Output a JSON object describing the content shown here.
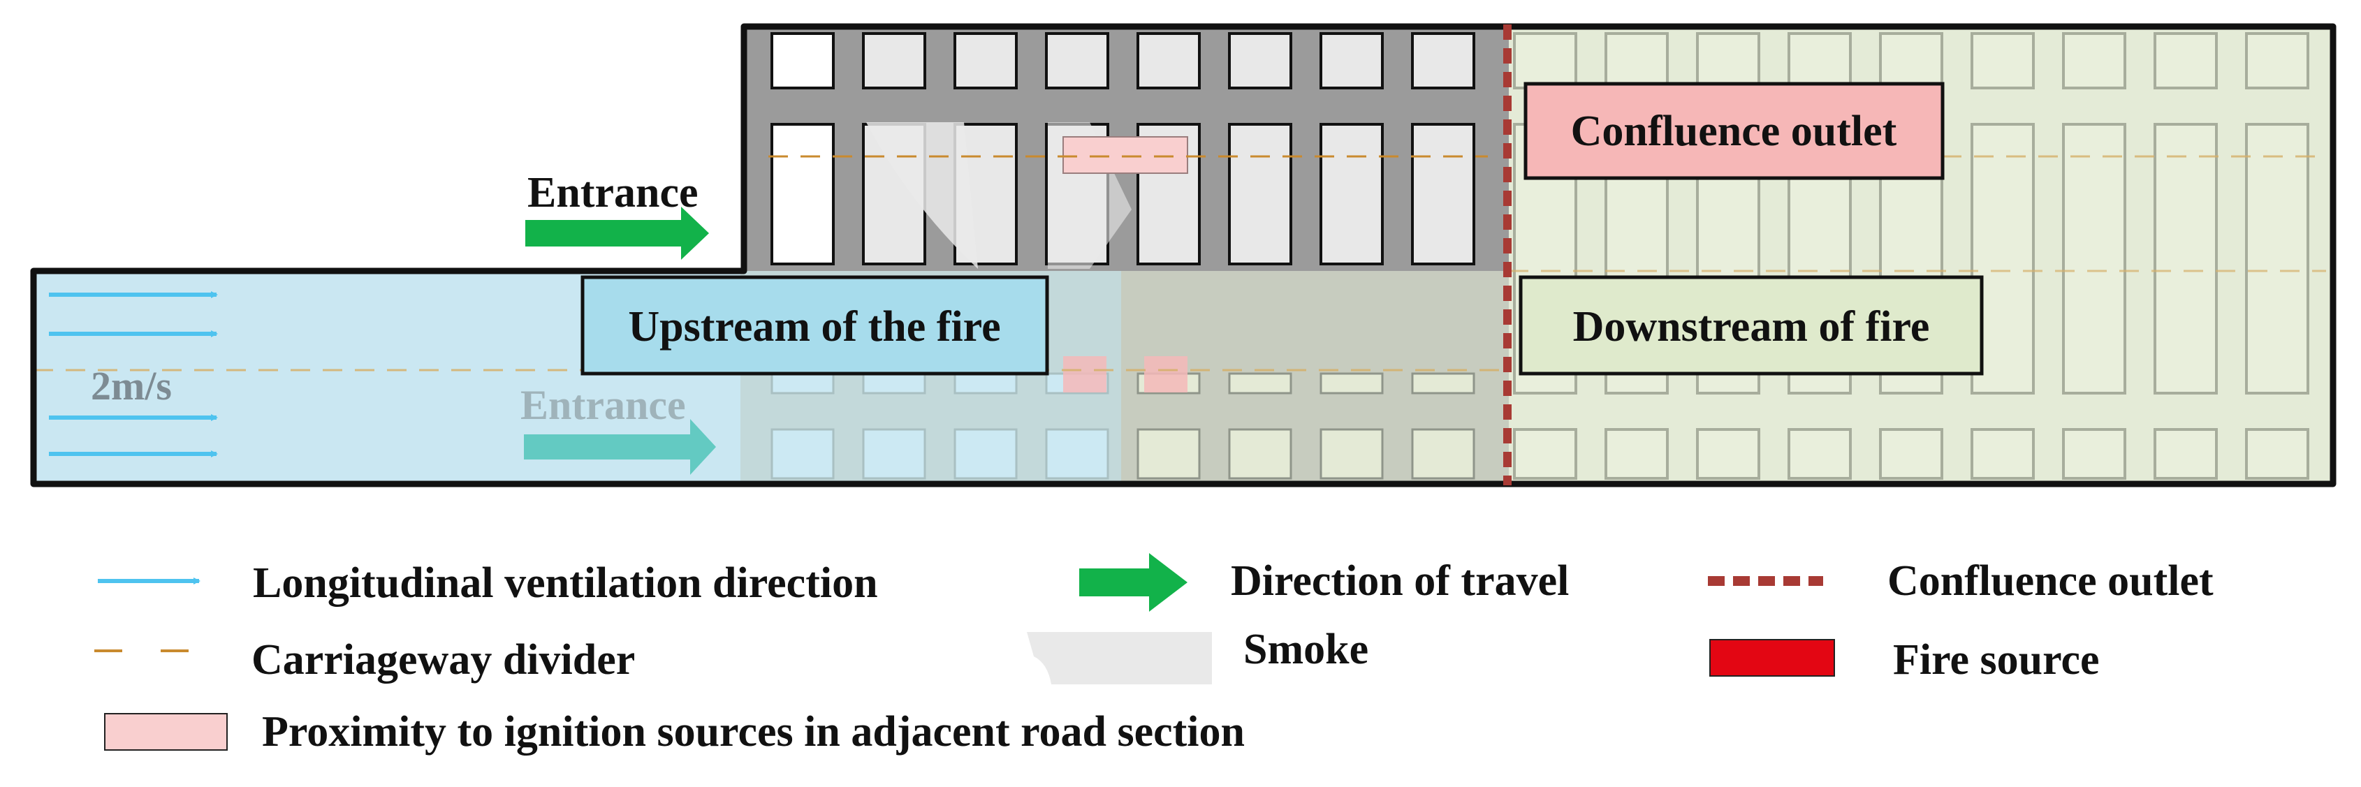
{
  "labels": {
    "entrance_upper": "Entrance",
    "entrance_lower": "Entrance",
    "confluence_box": "Confluence outlet",
    "upstream_box": "Upstream of the fire",
    "downstream_box": "Downstream of fire",
    "speed": "2m/s"
  },
  "legend": {
    "ventilation": "Longitudinal ventilation direction",
    "travel": "Direction of travel",
    "confluence": "Confluence outlet",
    "divider": "Carriageway divider",
    "smoke": "Smoke",
    "fire": "Fire source",
    "proximity": "Proximity to ignition sources in adjacent road section"
  },
  "colors": {
    "ventilation_arrow": "#4ec3ef",
    "travel_arrow": "#12b24a",
    "confluence_line": "#a83a34",
    "divider_line": "#c98a2e",
    "fire_source": "#e30613",
    "proximity_fill": "#f9cfcf",
    "upstream_fill": "#a7dcec",
    "downstream_fill": "#dfeacc",
    "confluence_fill": "#f6b7b7",
    "tunnel_wall": "#9e9e9e",
    "smoke": "#e9e9e9"
  },
  "icons": {
    "ventilation": "right-arrow-icon",
    "travel": "block-arrow-icon"
  }
}
